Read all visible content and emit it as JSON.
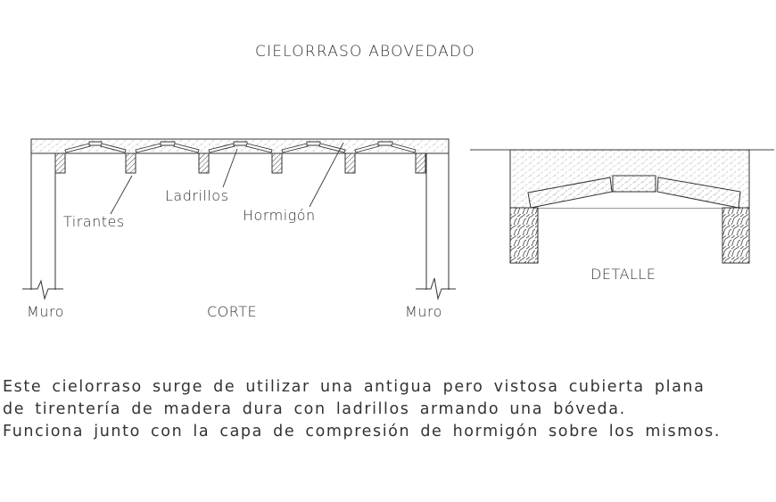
{
  "drawing": {
    "title": "CIELORRASO ABOVEDADO",
    "section_view": {
      "caption": "CORTE",
      "labels": {
        "bricks": "Ladrillos",
        "concrete": "Hormigón",
        "joists": "Tirantes",
        "wall_left": "Muro",
        "wall_right": "Muro"
      }
    },
    "detail_view": {
      "caption": "DETALLE"
    },
    "description": [
      "Este cielorraso surge de utilizar una antigua pero vistosa cubierta plana",
      "de tirentería de madera dura con ladrillos armando una bóveda.",
      "Funciona junto con la capa de compresión de hormigón sobre los mismos."
    ],
    "colors": {
      "line": "#333333",
      "background": "#ffffff"
    }
  }
}
